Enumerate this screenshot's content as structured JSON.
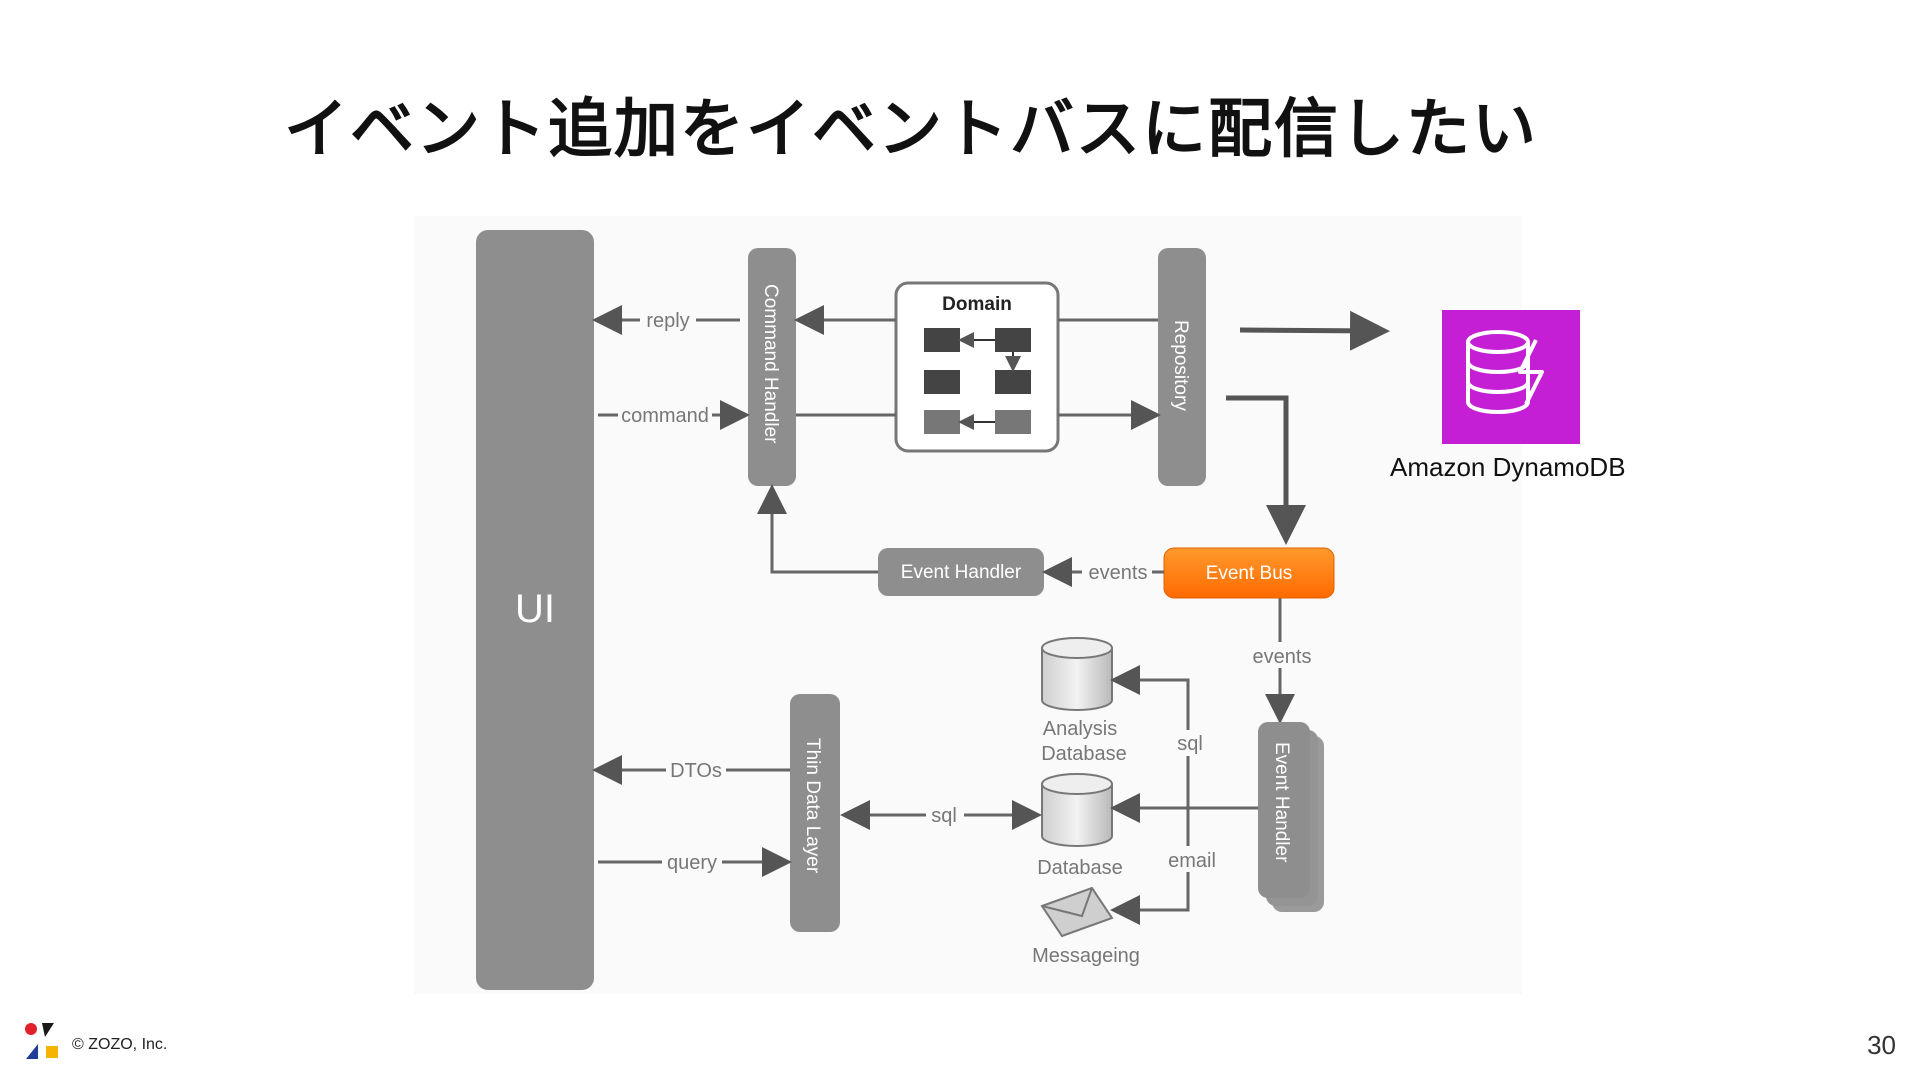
{
  "slide": {
    "title": "イベント追加をイベントバスに配信したい",
    "page_number": "30",
    "copyright": "© ZOZO, Inc."
  },
  "diagram": {
    "ui": "UI",
    "command_handler": "Command Handler",
    "domain": "Domain",
    "repository": "Repository",
    "event_handler": "Event Handler",
    "event_bus": "Event Bus",
    "event_handler_vertical": "Event Handler",
    "thin_data_layer": "Thin Data Layer",
    "analysis_database": [
      "Analysis",
      "Database"
    ],
    "database": "Database",
    "messaging": "Messageing",
    "edge_labels": {
      "reply": "reply",
      "command": "command",
      "events_left": "events",
      "events_down": "events",
      "dtos": "DTOs",
      "query": "query",
      "sql_left": "sql",
      "sql_right": "sql",
      "email": "email"
    },
    "dynamodb_label": "Amazon DynamoDB",
    "colors": {
      "box_gray": "#8e8e8e",
      "event_bus_orange": "#ff7a00",
      "dynamodb_magenta": "#c51fd6",
      "arrow_dark": "#555555"
    }
  }
}
